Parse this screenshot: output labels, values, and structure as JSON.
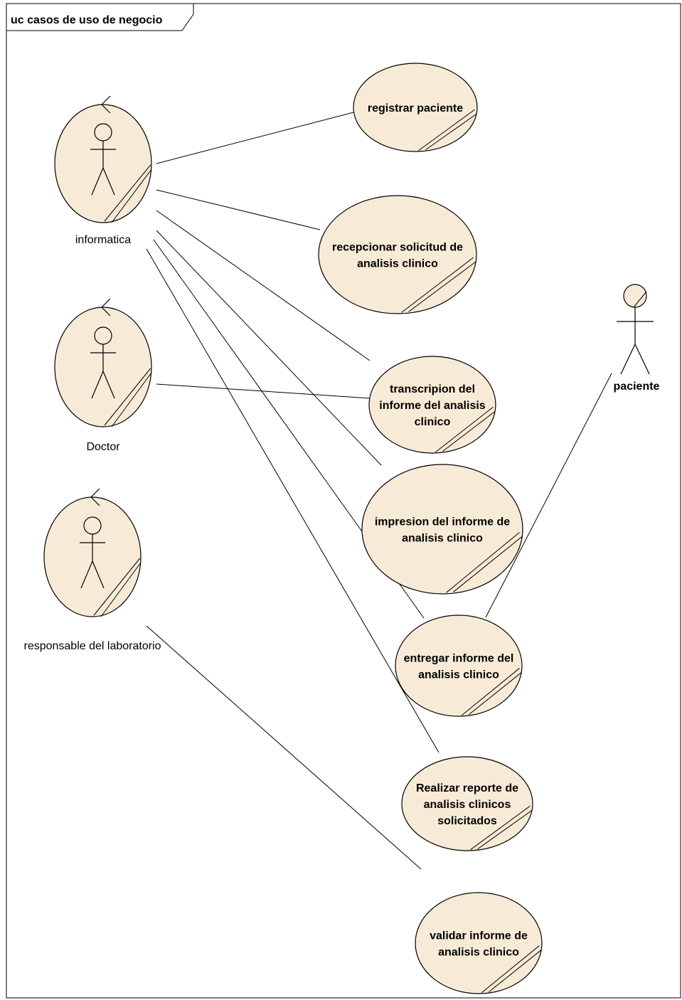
{
  "diagram": {
    "frame_title": "uc casos de uso de negocio",
    "fill_color": "#f7ebd8",
    "stroke_color": "#000000",
    "actors": [
      {
        "id": "informatica",
        "label": "informatica",
        "style": "boundary"
      },
      {
        "id": "doctor",
        "label": "Doctor",
        "style": "boundary"
      },
      {
        "id": "responsable",
        "label": "responsable del laboratorio",
        "style": "boundary"
      },
      {
        "id": "paciente",
        "label": "paciente",
        "style": "plain"
      }
    ],
    "use_cases": [
      {
        "id": "uc1",
        "lines": [
          "registrar paciente"
        ]
      },
      {
        "id": "uc2",
        "lines": [
          "recepcionar solicitud de",
          "analisis clinico"
        ]
      },
      {
        "id": "uc3",
        "lines": [
          "transcripion del",
          "informe del analisis",
          "clinico"
        ]
      },
      {
        "id": "uc4",
        "lines": [
          "impresion del informe de",
          "analisis clinico"
        ]
      },
      {
        "id": "uc5",
        "lines": [
          "entregar informe del",
          "analisis clinico"
        ]
      },
      {
        "id": "uc6",
        "lines": [
          "Realizar reporte de",
          "analisis clinicos",
          "solicitados"
        ]
      },
      {
        "id": "uc7",
        "lines": [
          "validar informe de",
          "analisis clinico"
        ]
      }
    ],
    "associations": [
      {
        "from": "informatica",
        "to": "uc1"
      },
      {
        "from": "informatica",
        "to": "uc2"
      },
      {
        "from": "informatica",
        "to": "uc3"
      },
      {
        "from": "informatica",
        "to": "uc4"
      },
      {
        "from": "informatica",
        "to": "uc5"
      },
      {
        "from": "informatica",
        "to": "uc6"
      },
      {
        "from": "doctor",
        "to": "uc3"
      },
      {
        "from": "responsable",
        "to": "uc7"
      },
      {
        "from": "paciente",
        "to": "uc5"
      }
    ]
  }
}
